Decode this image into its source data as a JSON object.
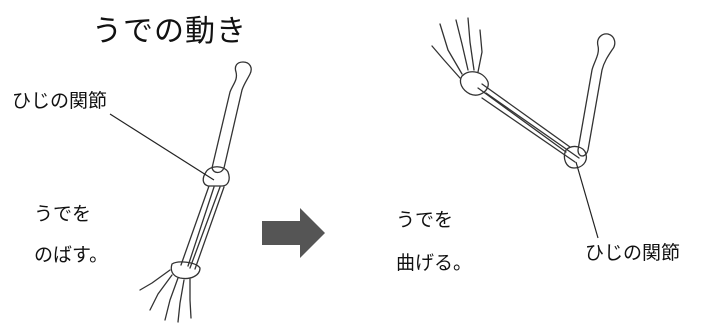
{
  "title": "うでの動き",
  "left": {
    "joint_label": "ひじの関節",
    "action_line1": "うでを",
    "action_line2": "のばす。"
  },
  "right": {
    "action_line1": "うでを",
    "action_line2": "曲げる。",
    "joint_label": "ひじの関節"
  },
  "arrow_color": "#555555",
  "bone_stroke": "#333333"
}
